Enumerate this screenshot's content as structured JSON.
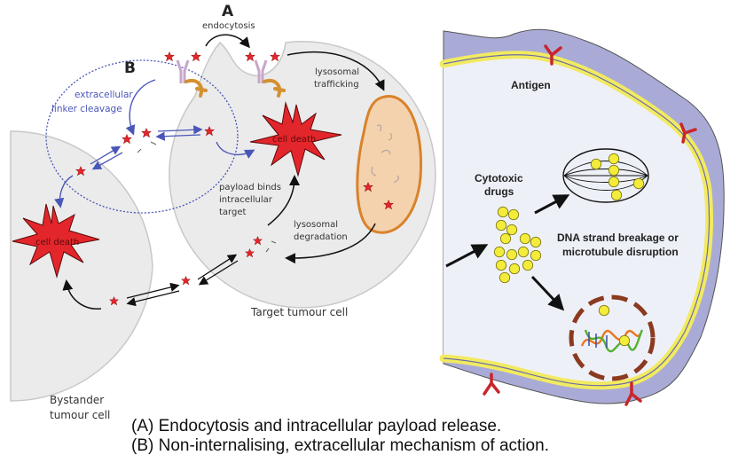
{
  "left_panel": {
    "label_a": "A",
    "label_b": "B",
    "endocytosis": "endocytosis",
    "lysosomal_trafficking": [
      "lysosomal",
      "trafficking"
    ],
    "extracellular_linker_cleavage": [
      "extracellular",
      "linker cleavage"
    ],
    "cell_death_target": "cell death",
    "cell_death_bystander": "cell death",
    "payload_binds": [
      "payload binds",
      "intracellular",
      "target"
    ],
    "lysosomal_degradation": [
      "lysosomal",
      "degradation"
    ],
    "target_cell_label": "Target tumour cell",
    "bystander_cell_label": [
      "Bystander",
      "tumour cell"
    ]
  },
  "right_panel": {
    "antigen_label": "Antigen",
    "cytotoxic_drugs": [
      "Cytotoxic",
      "drugs"
    ],
    "outcome_label": [
      "DNA strand breakage or",
      "microtubule disruption"
    ]
  },
  "caption": {
    "line_a": "(A) Endocytosis and intracellular payload release.",
    "line_b": "(B) Non-internalising, extracellular mechanism of action."
  },
  "colors": {
    "cell_fill": "#ebebeb",
    "cell_stroke": "#c8c8c8",
    "star": "#e3262b",
    "lysosome_fill": "#f5d2ae",
    "lysosome_stroke": "#d9822b",
    "b_path": "#4a56b8",
    "membrane_outer": "#a9abd6",
    "membrane_dots": "#f2ea60",
    "antigen": "#c9252c",
    "nucleus_dash": "#8b3a1f"
  }
}
